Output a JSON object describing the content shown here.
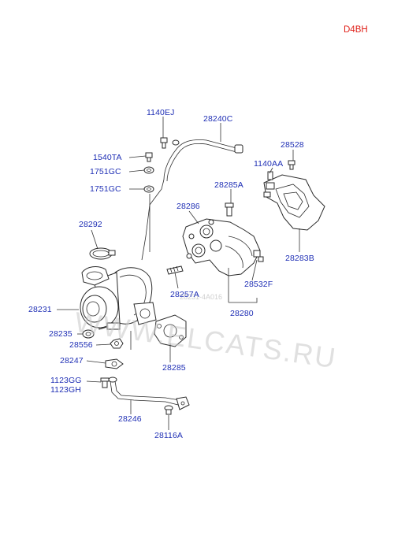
{
  "model_code": "D4BH",
  "watermark": "WWW.ELCATS.RU",
  "watermark_small": "28231-4A016",
  "parts": {
    "p1140EJ": "1140EJ",
    "p28240C": "28240C",
    "p28528": "28528",
    "p1540TA": "1540TA",
    "p1751GC_a": "1751GC",
    "p1751GC_b": "1751GC",
    "p1140AA": "1140AA",
    "p28285A": "28285A",
    "p28286": "28286",
    "p28292": "28292",
    "p28283B": "28283B",
    "p28257A": "28257A",
    "p28532F": "28532F",
    "p28231": "28231",
    "p28280": "28280",
    "p28235": "28235",
    "p28556": "28556",
    "p28285": "28285",
    "p28247": "28247",
    "p1123GG": "1123GG",
    "p1123GH": "1123GH",
    "p28246": "28246",
    "p28116A": "28116A"
  }
}
